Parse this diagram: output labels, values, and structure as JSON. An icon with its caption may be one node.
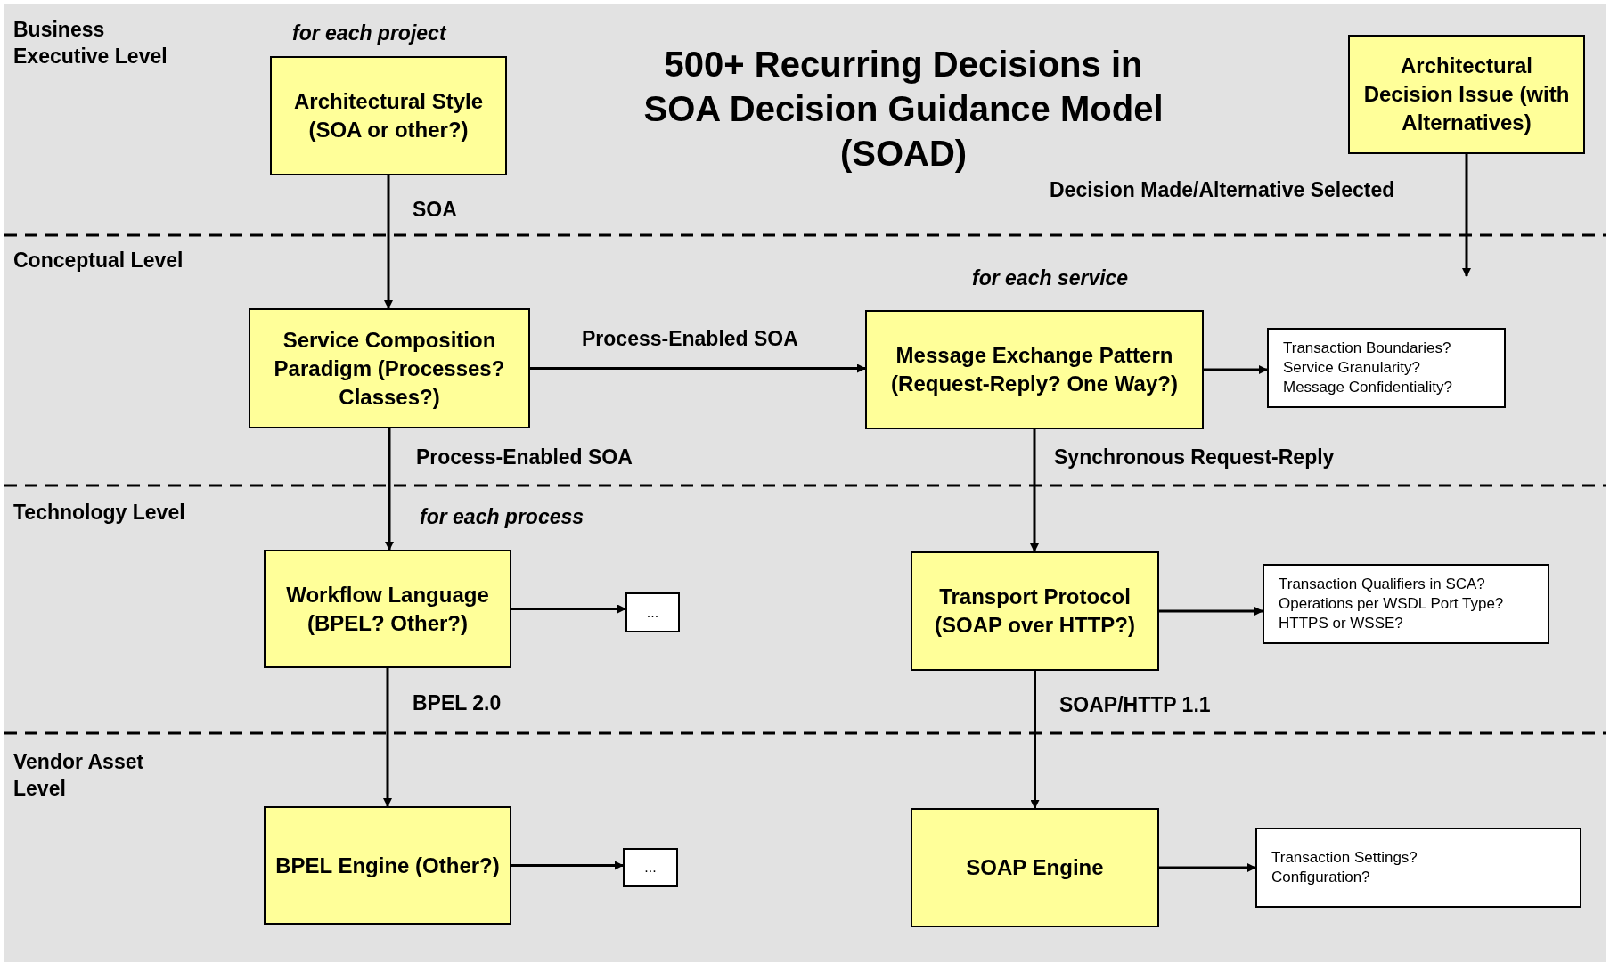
{
  "diagram": {
    "title": "500+ Recurring Decisions in SOA Decision Guidance Model (SOAD)",
    "nodes": [
      {
        "text": [
          "Architectural Style (SOA or other?)"
        ]
      },
      {
        "text": [
          "Architectural Decision Issue (with Alternatives)"
        ]
      },
      {
        "text": [
          "Service Composition Paradigm (Processes? Classes?)"
        ]
      },
      {
        "text": [
          "Message Exchange Pattern (Request-Reply? One Way?)"
        ]
      },
      {
        "text": [
          "Transaction Boundaries?",
          "Service Granularity?",
          "Message Confidentiality?"
        ]
      },
      {
        "text": [
          "Workflow Language (BPEL? Other?)"
        ]
      },
      {
        "text": [
          "..."
        ]
      },
      {
        "text": [
          "Transport Protocol (SOAP over HTTP?)"
        ]
      },
      {
        "text": [
          "Transaction Qualifiers in SCA?",
          "Operations per WSDL Port Type?",
          "HTTPS or WSSE?"
        ]
      },
      {
        "text": [
          "BPEL Engine (Other?)"
        ]
      },
      {
        "text": [
          "..."
        ]
      },
      {
        "text": [
          "SOAP Engine"
        ]
      },
      {
        "text": [
          "Transaction Settings?",
          "Configuration?"
        ]
      }
    ],
    "edges": [
      {
        "from": 0,
        "to": 2,
        "arrow": "to",
        "label": "SOA"
      },
      {
        "from": 2,
        "to": 3,
        "arrow": "to",
        "label": "Process-Enabled SOA"
      },
      {
        "from": 3,
        "to": 4,
        "arrow": "to"
      },
      {
        "from": 2,
        "to": 5,
        "arrow": "to",
        "label": "Process-Enabled SOA"
      },
      {
        "from": 3,
        "to": 7,
        "arrow": "to",
        "label": "Synchronous Request-Reply"
      },
      {
        "from": 5,
        "to": 6,
        "arrow": "to"
      },
      {
        "from": 7,
        "to": 8,
        "arrow": "to"
      },
      {
        "from": 5,
        "to": 9,
        "arrow": "to",
        "label": "BPEL 2.0"
      },
      {
        "from": 7,
        "to": 11,
        "arrow": "to",
        "label": "SOAP/HTTP 1.1"
      },
      {
        "from": 9,
        "to": 10,
        "arrow": "to"
      },
      {
        "from": 11,
        "to": 12,
        "arrow": "to"
      },
      {
        "from": 1,
        "to": null,
        "arrow": "to",
        "label": "Decision Made/Alternative Selected"
      }
    ],
    "labels": [
      "Business Executive Level",
      "for each project",
      "Conceptual Level",
      "for each service",
      "Technology Level",
      "for each process",
      "Vendor Asset Level"
    ]
  }
}
